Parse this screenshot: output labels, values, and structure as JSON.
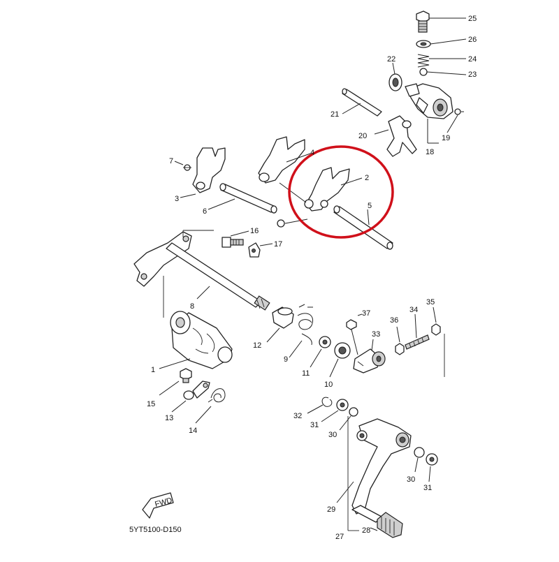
{
  "diagram": {
    "code": "5YT5100-D150",
    "fwd_label": "FWD",
    "highlight_color": "#d0101a",
    "callouts": [
      "1",
      "2",
      "3",
      "4",
      "5",
      "6",
      "7",
      "8",
      "9",
      "10",
      "11",
      "12",
      "13",
      "14",
      "15",
      "16",
      "17",
      "18",
      "19",
      "20",
      "21",
      "22",
      "23",
      "24",
      "25",
      "26",
      "27",
      "28",
      "29",
      "30",
      "30",
      "31",
      "31",
      "32",
      "33",
      "34",
      "35",
      "36",
      "37"
    ]
  }
}
